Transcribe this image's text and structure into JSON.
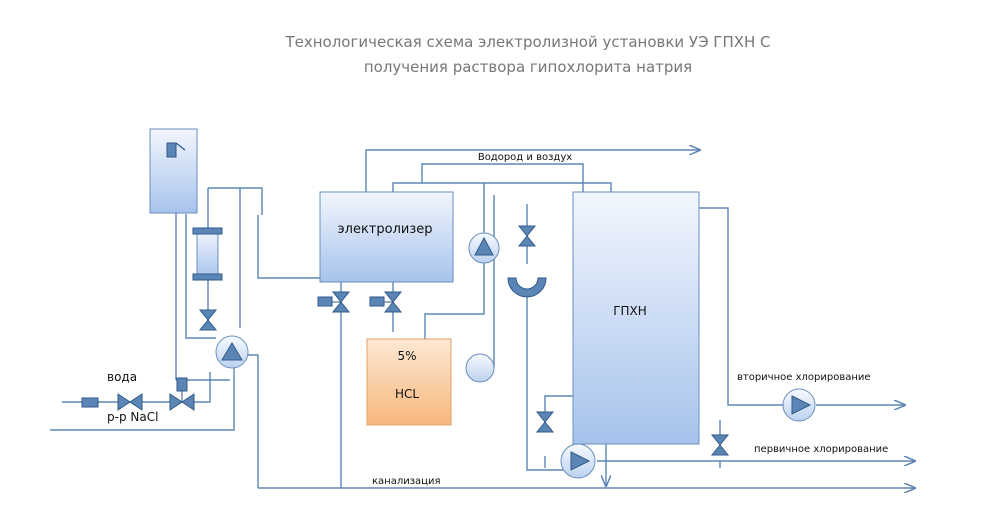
{
  "title": {
    "line1": "Технологическая схема электролизной установки УЭ ГПХН   С",
    "line2": "получения раствора гипохлорита натрия"
  },
  "labels": {
    "hydrogen": "Водород и воздух",
    "electrolyzer": "электролизер",
    "gphn": "ГПХН",
    "water": "вода",
    "brine": "р-р NaCl",
    "hcl_pct": "5%",
    "hcl": "HCL",
    "secondary": "вторичное хлорирование",
    "primary": "первичное хлорирование",
    "sewer": "канализация"
  },
  "colors": {
    "pipe": "#5b85b5",
    "vessel_top": "#f2f6fd",
    "vessel_bottom": "#a7c3ec",
    "acid_top": "#fde8d3",
    "acid_bottom": "#f7b77c"
  }
}
